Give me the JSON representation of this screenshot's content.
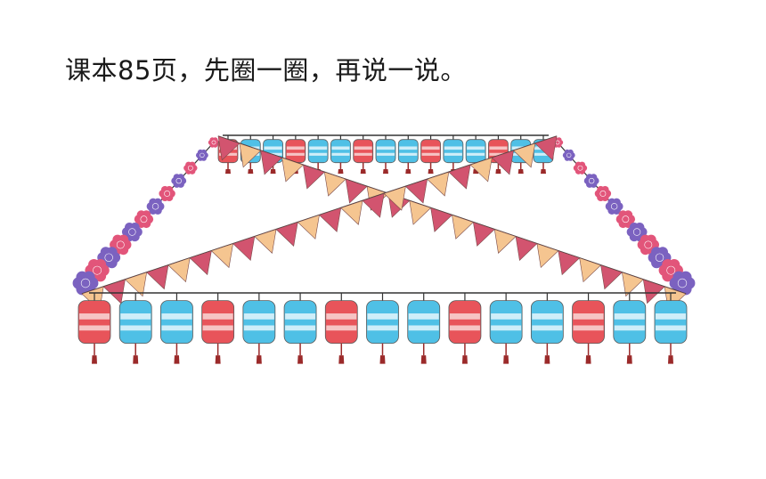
{
  "instruction": "课本85页，先圈一圈，再说一说。",
  "illustration": {
    "top_row_lanterns": [
      "red",
      "blue",
      "blue",
      "red",
      "blue",
      "blue",
      "red",
      "blue",
      "blue",
      "red",
      "blue",
      "blue",
      "red",
      "blue",
      "blue"
    ],
    "bottom_row_lanterns": [
      "red",
      "blue",
      "blue",
      "red",
      "blue",
      "blue",
      "red",
      "blue",
      "blue",
      "red",
      "blue",
      "blue",
      "red",
      "blue",
      "blue"
    ],
    "colors": {
      "lantern_red": "#e8545a",
      "lantern_red_band": "#f6c4c4",
      "lantern_blue": "#4fc0e6",
      "lantern_blue_band": "#cfeef9",
      "tassel": "#9b2a2a",
      "flag_red": "#d2546f",
      "flag_peach": "#f5c590",
      "flower_pink": "#e2557a",
      "flower_purple": "#7b62c0",
      "string": "#333333"
    }
  }
}
